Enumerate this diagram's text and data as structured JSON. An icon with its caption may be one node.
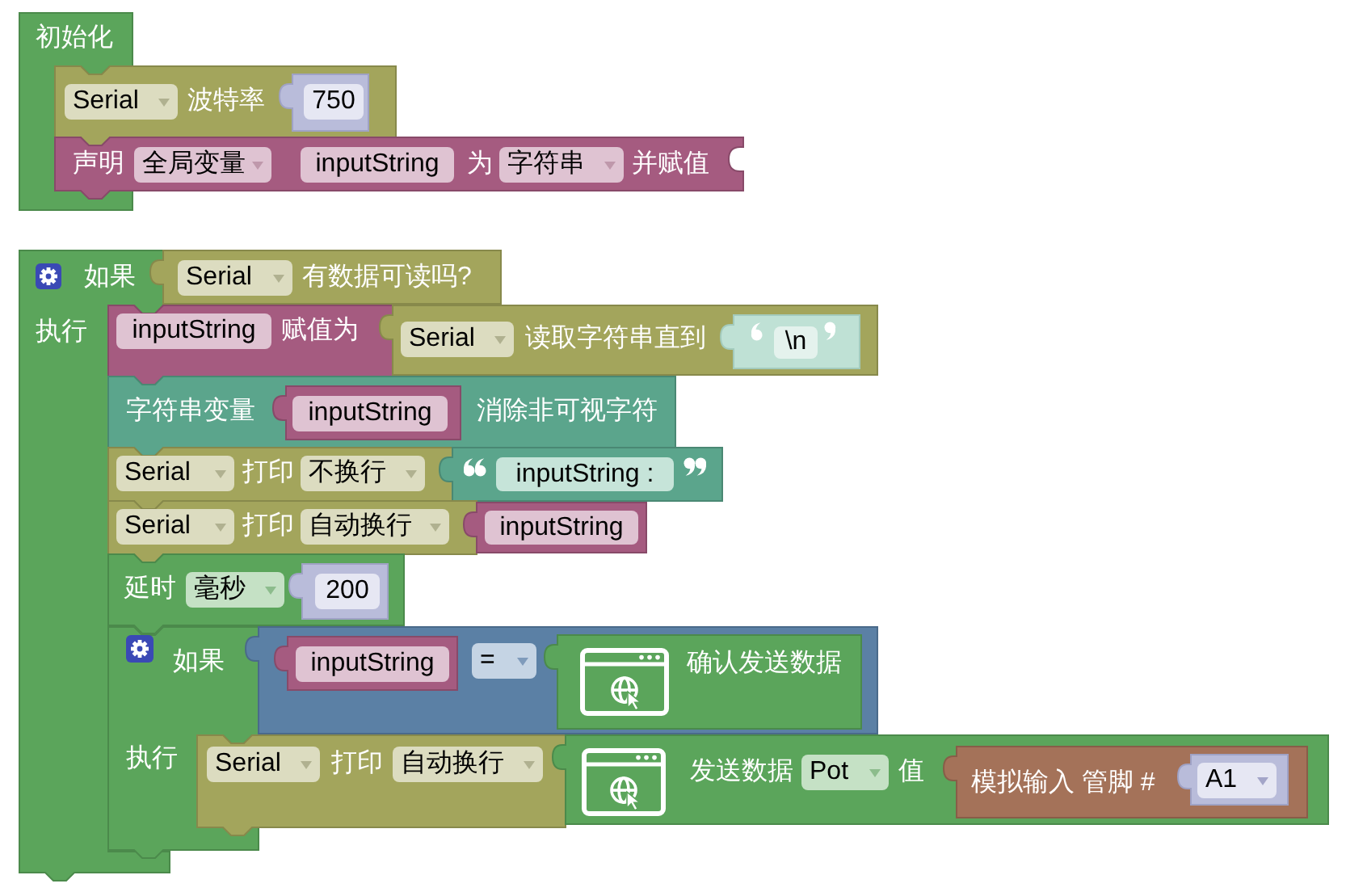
{
  "diagram": {
    "nodes": [
      {
        "text": [
          "初始化"
        ]
      },
      {
        "text": [
          "Serial",
          "波特率"
        ]
      },
      {
        "text": [
          "750"
        ],
        "in": 1
      },
      {
        "text": [
          "声明",
          "全局变量",
          "inputString",
          "为",
          "字符串",
          "并赋值"
        ]
      },
      {
        "text": [
          "如果",
          "执行"
        ]
      },
      {
        "text": [
          "Serial",
          "有数据可读吗?"
        ]
      },
      {
        "text": [
          "inputString",
          "赋值为"
        ]
      },
      {
        "text": [
          "Serial",
          "读取字符串直到"
        ]
      },
      {
        "text": [
          "\\n"
        ],
        "in": 7
      },
      {
        "text": [
          "字符串变量",
          "消除非可视字符"
        ]
      },
      {
        "text": [
          "inputString"
        ],
        "in": 9
      },
      {
        "text": [
          "Serial",
          "打印",
          "不换行"
        ]
      },
      {
        "text": [
          "inputString :"
        ]
      },
      {
        "text": [
          "Serial",
          "打印",
          "自动换行"
        ]
      },
      {
        "text": [
          "inputString"
        ]
      },
      {
        "text": [
          "延时",
          "毫秒"
        ]
      },
      {
        "text": [
          "200"
        ],
        "in": 15
      },
      {
        "text": [
          "如果",
          "执行"
        ]
      },
      {
        "text": [
          "="
        ]
      },
      {
        "text": [
          "inputString"
        ],
        "in": 18
      },
      {
        "text": [
          "确认发送数据"
        ],
        "in": 18
      },
      {
        "text": [
          "Serial",
          "打印",
          "自动换行"
        ]
      },
      {
        "text": [
          "发送数据",
          "Pot",
          "值"
        ]
      },
      {
        "text": [
          "模拟输入 管脚 #"
        ],
        "in": 22
      },
      {
        "text": [
          "A1"
        ],
        "in": 23
      }
    ]
  }
}
